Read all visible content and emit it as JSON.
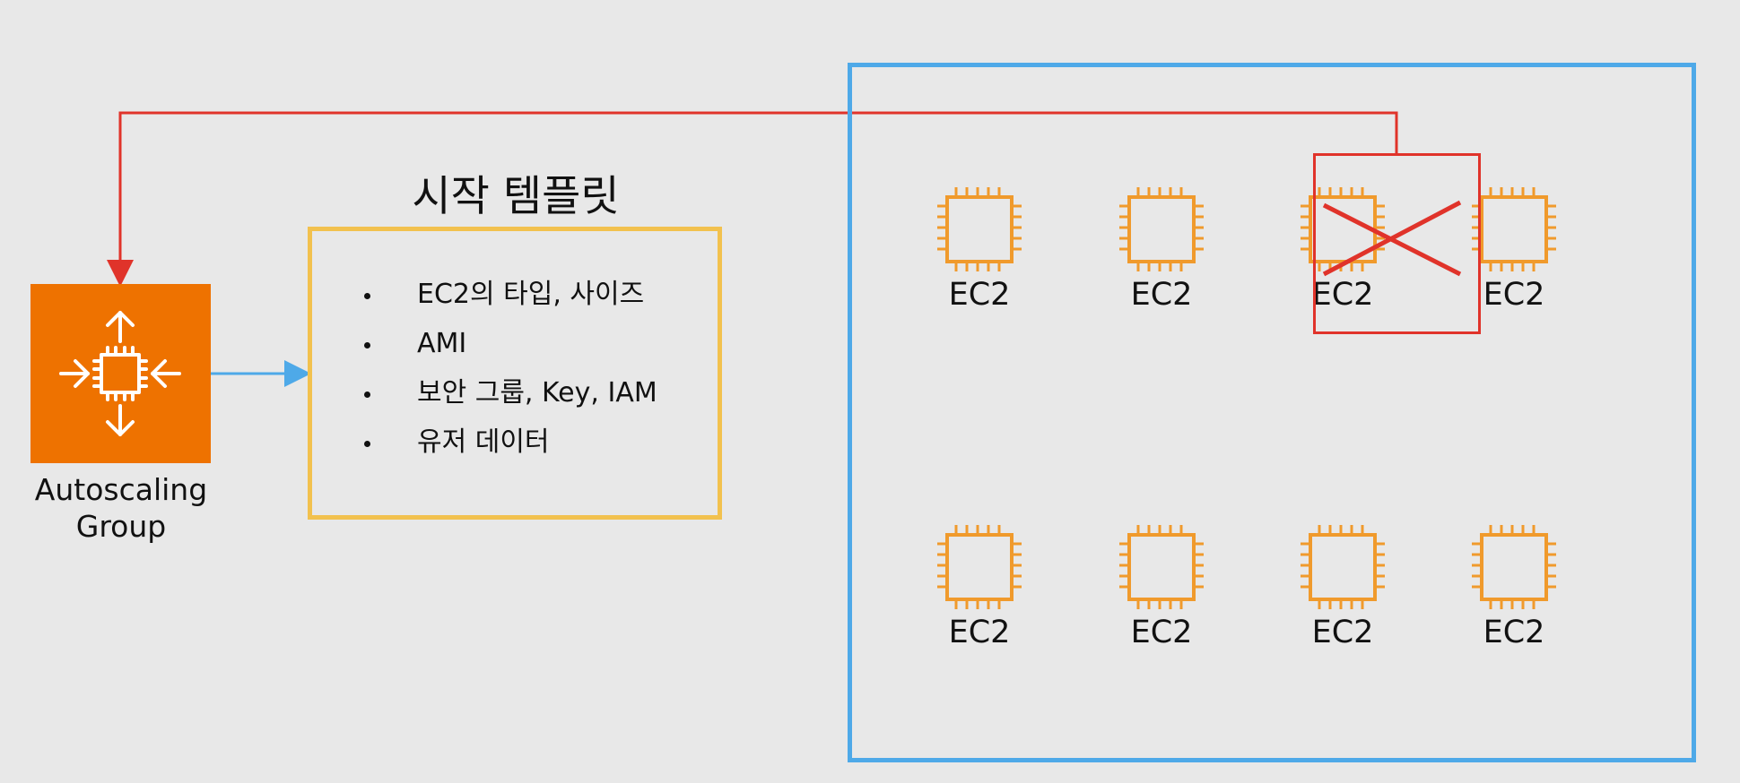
{
  "autoscaling_group": {
    "label_line1": "Autoscaling",
    "label_line2": "Group",
    "icon": "autoscaling-icon",
    "color": "#ee7200"
  },
  "launch_template": {
    "title": "시작 템플릿",
    "items": [
      "EC2의 타입, 사이즈",
      "AMI",
      "보안 그룹, Key, IAM",
      "유저 데이터"
    ],
    "border_color": "#f2c14e"
  },
  "instances": {
    "row1": [
      {
        "label": "EC2",
        "terminated": false
      },
      {
        "label": "EC2",
        "terminated": false
      },
      {
        "label": "EC2",
        "terminated": true
      },
      {
        "label": "EC2",
        "terminated": false
      }
    ],
    "row2": [
      {
        "label": "EC2",
        "terminated": false
      },
      {
        "label": "EC2",
        "terminated": false
      },
      {
        "label": "EC2",
        "terminated": false
      },
      {
        "label": "EC2",
        "terminated": false
      }
    ],
    "chip_color": "#f09a2c",
    "region_border_color": "#4ea9e8",
    "terminated_color": "#e0332a"
  },
  "connectors": {
    "asg_to_template_color": "#4ea9e8",
    "feedback_color": "#e0332a"
  }
}
